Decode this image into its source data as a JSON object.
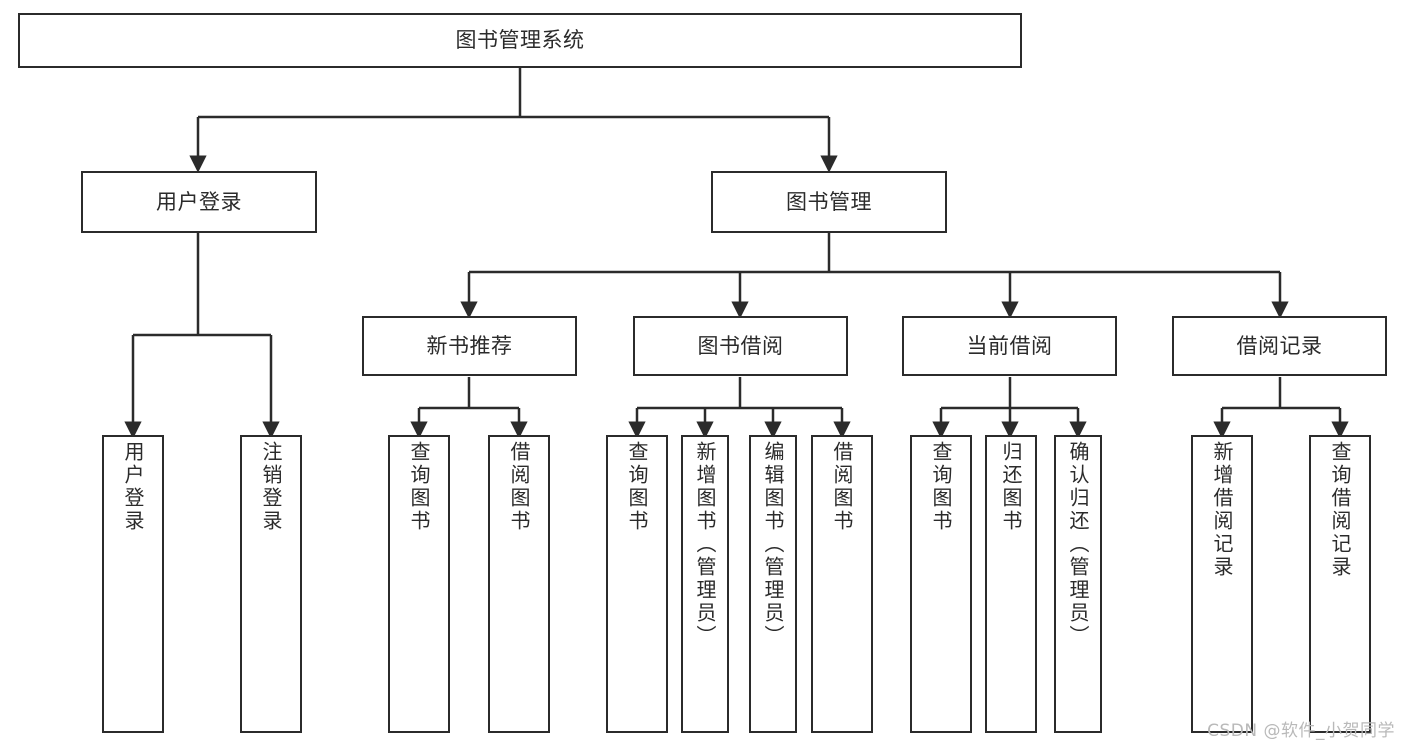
{
  "diagram": {
    "title": "图书管理系统",
    "root": {
      "label": "图书管理系统"
    },
    "level2": [
      {
        "label": "用户登录"
      },
      {
        "label": "图书管理"
      }
    ],
    "level3": [
      {
        "label": "新书推荐"
      },
      {
        "label": "图书借阅"
      },
      {
        "label": "当前借阅"
      },
      {
        "label": "借阅记录"
      }
    ],
    "leaves": [
      {
        "label": "用户登录"
      },
      {
        "label": "注销登录"
      },
      {
        "label": "查询图书"
      },
      {
        "label": "借阅图书"
      },
      {
        "label": "查询图书"
      },
      {
        "label": "新增图书（管理员）"
      },
      {
        "label": "编辑图书（管理员）"
      },
      {
        "label": "借阅图书"
      },
      {
        "label": "查询图书"
      },
      {
        "label": "归还图书"
      },
      {
        "label": "确认归还（管理员）"
      },
      {
        "label": "新增借阅记录"
      },
      {
        "label": "查询借阅记录"
      }
    ]
  },
  "watermark": {
    "text": "CSDN @软件_小贺同学"
  },
  "colors": {
    "stroke": "#2b2b2b",
    "fill": "#ffffff",
    "text": "#2b2b2b",
    "watermark": "#b9b9b9"
  }
}
